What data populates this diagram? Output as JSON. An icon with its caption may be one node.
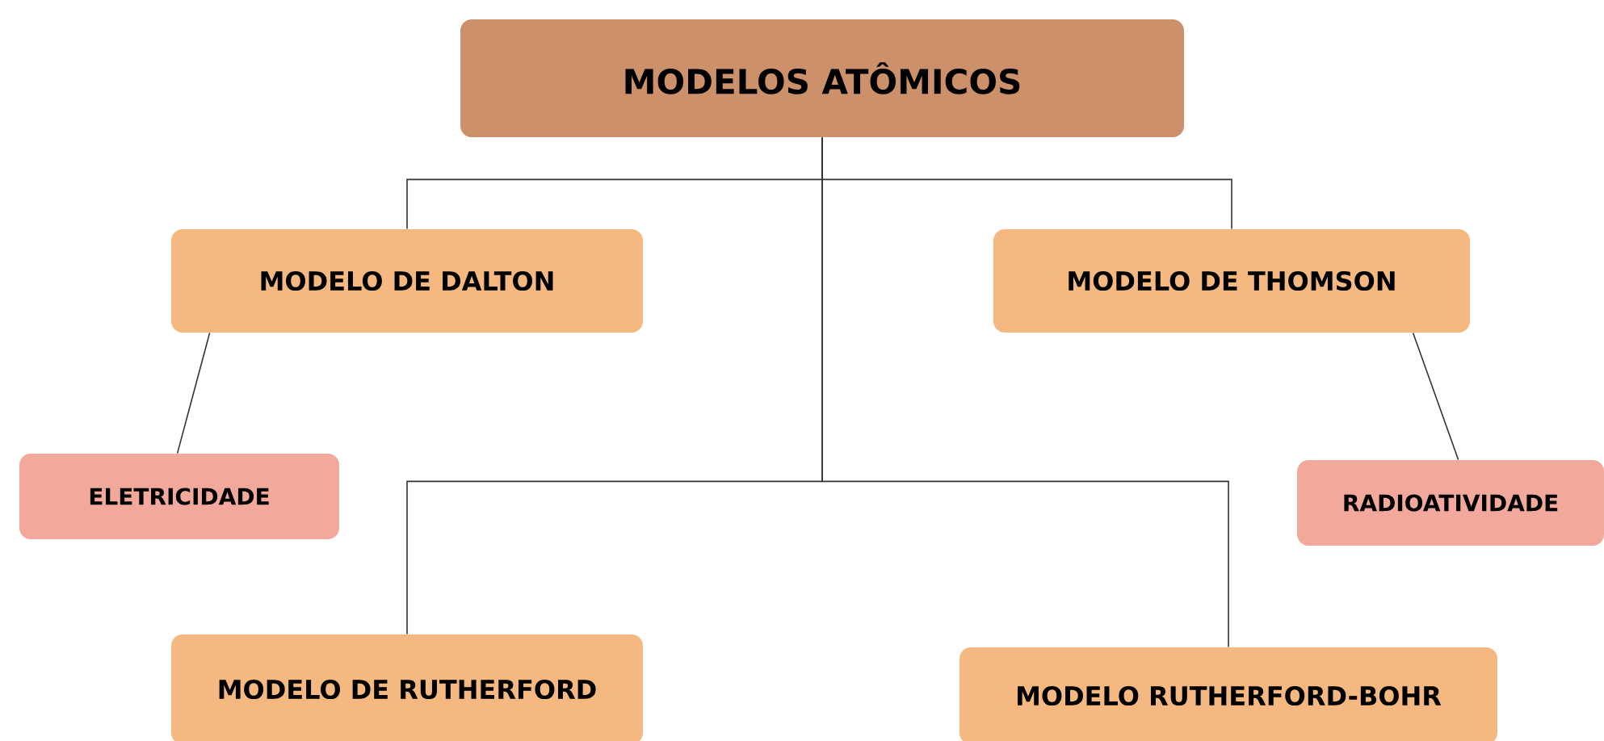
{
  "diagram": {
    "nodes": [
      {
        "text": [
          "MODELOS ATÔMICOS"
        ]
      },
      {
        "text": [
          "MODELO DE DALTON"
        ]
      },
      {
        "text": [
          "MODELO DE THOMSON"
        ]
      },
      {
        "text": [
          "ELETRICIDADE"
        ]
      },
      {
        "text": [
          "RADIOATIVIDADE"
        ]
      },
      {
        "text": [
          "MODELO DE RUTHERFORD"
        ]
      },
      {
        "text": [
          "MODELO RUTHERFORD-BOHR"
        ]
      }
    ],
    "edges": [
      {
        "from": 0,
        "to": 1,
        "arrow": "none"
      },
      {
        "from": 0,
        "to": 2,
        "arrow": "none"
      },
      {
        "from": 1,
        "to": 3,
        "arrow": "none"
      },
      {
        "from": 2,
        "to": 4,
        "arrow": "none"
      },
      {
        "from": 0,
        "to": 5,
        "arrow": "none"
      },
      {
        "from": 0,
        "to": 6,
        "arrow": "none"
      }
    ]
  }
}
